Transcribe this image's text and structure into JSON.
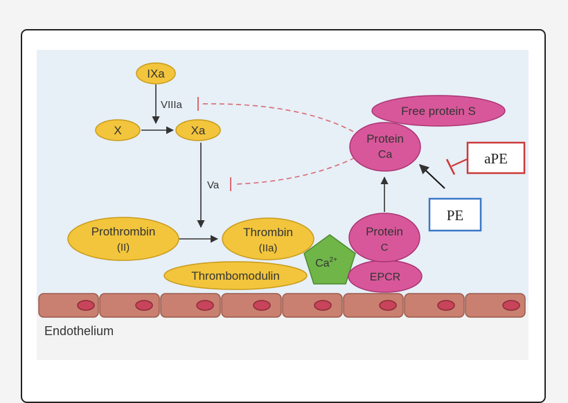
{
  "nodes": {
    "ixa": "IXa",
    "viiia": "VIIIa",
    "x": "X",
    "xa": "Xa",
    "va": "Va",
    "prothrombin_line1": "Prothrombin",
    "prothrombin_line2": "(II)",
    "thrombin_line1": "Thrombin",
    "thrombin_line2": "(IIa)",
    "thrombomodulin": "Thrombomodulin",
    "calcium_base": "Ca",
    "calcium_charge": "2+",
    "protein_c_line1": "Protein",
    "protein_c_line2": "C",
    "epcr": "EPCR",
    "protein_ca_line1": "Protein",
    "protein_ca_line2": "Ca",
    "free_protein_s": "Free protein S",
    "ape": "aPE",
    "pe": "PE",
    "endothelium": "Endothelium"
  },
  "colors": {
    "yellow_fill": "#f2c53c",
    "yellow_stroke": "#c99b1a",
    "magenta_fill": "#d8579a",
    "magenta_stroke": "#a93373",
    "green_fill": "#6fb548",
    "inhibit_dash": "#d96a72",
    "ape_border": "#cc3a3a",
    "pe_border": "#3a78c8",
    "endothelium_fill": "#c98070",
    "nucleus_fill": "#c8445a"
  }
}
